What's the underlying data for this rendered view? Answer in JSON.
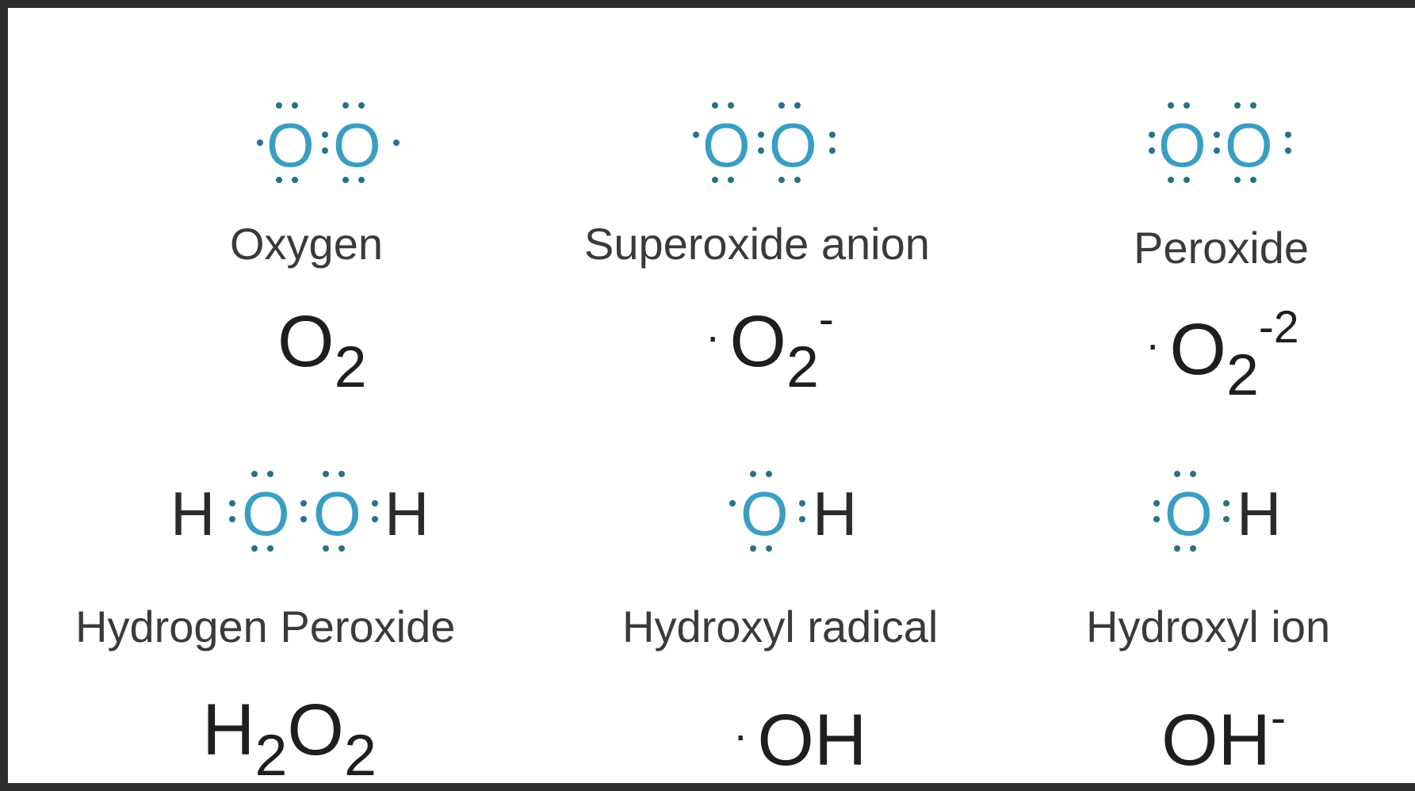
{
  "species": [
    {
      "name": "Oxygen",
      "formula": {
        "main": "O",
        "sub": "2",
        "sup": "",
        "radical": false,
        "tail": ""
      }
    },
    {
      "name": "Superoxide anion",
      "formula": {
        "main": "O",
        "sub": "2",
        "sup": "-",
        "radical": true,
        "tail": ""
      }
    },
    {
      "name": "Peroxide",
      "formula": {
        "main": "O",
        "sub": "2",
        "sup": "-2",
        "radical": true,
        "tail": ""
      }
    },
    {
      "name": "Hydrogen Peroxide",
      "formula": {
        "main": "H",
        "sub": "2",
        "sup": "",
        "radical": false,
        "tail": "O",
        "tail_sub": "2"
      }
    },
    {
      "name": "Hydroxyl radical",
      "formula": {
        "main": "OH",
        "sub": "",
        "sup": "",
        "radical": true,
        "tail": ""
      }
    },
    {
      "name": "Hydroxyl ion",
      "formula": {
        "main": "OH",
        "sub": "",
        "sup": "-",
        "radical": false,
        "tail": ""
      }
    }
  ],
  "lewis_atoms": {
    "oxygen": "O",
    "hydrogen": "H"
  },
  "colors": {
    "oxygen_atom": "#3a9ec2",
    "text": "#2b2b2b",
    "border": "#2e2e2e"
  }
}
